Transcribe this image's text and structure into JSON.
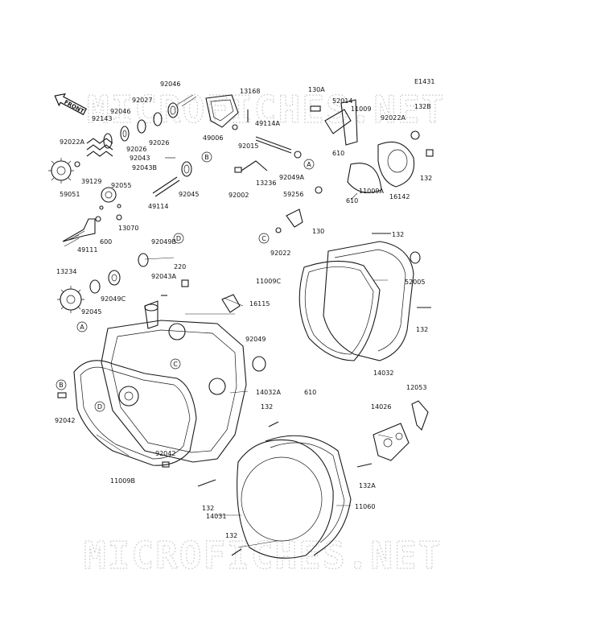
{
  "diagram": {
    "code": "E1431",
    "direction_label": "FRONT",
    "watermark": "MICROFICHES.NET",
    "ref_letters": [
      "A",
      "B",
      "C",
      "D"
    ],
    "part_labels": {
      "p92046a": "92046",
      "p92027": "92027",
      "p92046b": "92046",
      "p92143": "92143",
      "p92026a": "92026",
      "p92026b": "92026",
      "p92022a": "92022A",
      "p92043": "92043",
      "p92043b": "92043B",
      "p39129": "39129",
      "p59051": "59051",
      "p92055": "92055",
      "p49114": "49114",
      "p92045a": "92045",
      "p13070": "13070",
      "p600": "600",
      "p49111": "49111",
      "p92049b": "92049B",
      "p13234": "13234",
      "p92043a": "92043A",
      "p220": "220",
      "p92049c": "92049C",
      "p92045b": "92045",
      "p16115": "16115",
      "p92049": "92049",
      "p14032a": "14032A",
      "p92042a": "92042",
      "p92042b": "92042",
      "p11009b": "11009B",
      "p132a": "132",
      "p132b": "132",
      "p132c": "132",
      "p14031": "14031",
      "p11060": "11060",
      "p13168": "13168",
      "p49006": "49006",
      "p92015": "92015",
      "p49114a": "49114A",
      "p92002": "92002",
      "p13236": "13236",
      "p92049a": "92049A",
      "p59256": "59256",
      "p130": "130",
      "p92022": "92022",
      "p130a": "130A",
      "p52014": "52014",
      "p11009": "11009",
      "p132b2": "132B",
      "p92022a2": "92022A",
      "p610a": "610",
      "p610b": "610",
      "p16142": "16142",
      "p132d": "132",
      "p11009a": "11009A",
      "p132e": "132",
      "p11009c": "11009C",
      "p52005": "52005",
      "p132f": "132",
      "p14032": "14032",
      "p610c": "610",
      "p12053": "12053",
      "p14026": "14026",
      "p132a2": "132A"
    }
  }
}
